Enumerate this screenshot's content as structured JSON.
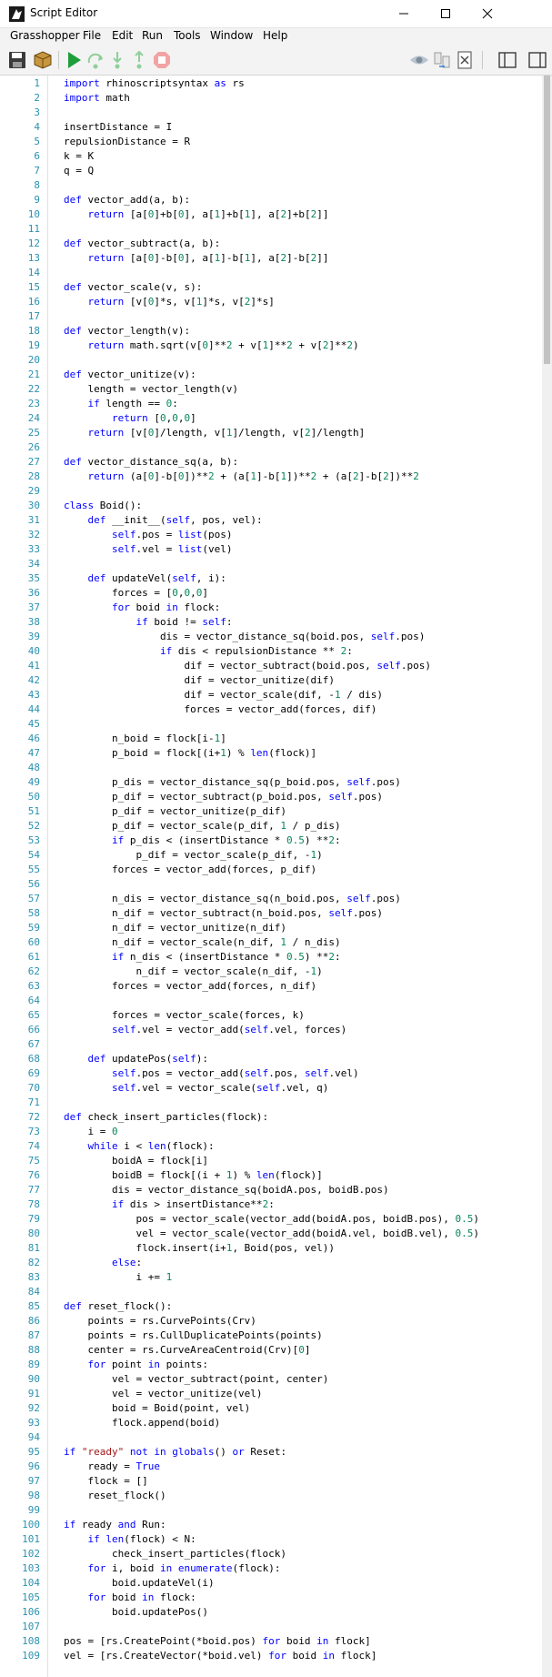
{
  "window": {
    "title": "Script Editor",
    "buttons": [
      "minimize",
      "maximize",
      "close"
    ]
  },
  "menu": [
    "Grasshopper",
    "File",
    "Edit",
    "Run",
    "Tools",
    "Window",
    "Help"
  ],
  "toolbar": {
    "left": [
      "save-icon",
      "package-icon",
      "run-icon",
      "step-over-icon",
      "step-into-icon",
      "step-out-icon",
      "stop-icon"
    ],
    "right": [
      "eye-icon",
      "compare-icon",
      "script-icon",
      "panel-left-icon",
      "panel-right-icon"
    ]
  },
  "colors": {
    "keyword": "#0000ff",
    "string": "#a31515",
    "number": "#098658",
    "line_number": "#2b91af",
    "run_green": "#1e9e3a",
    "stop_red": "#e03a3a"
  },
  "scroll": {
    "position": 0.0,
    "visible_fraction": 0.18
  },
  "code": [
    "import rhinoscriptsyntax as rs",
    "import math",
    "",
    "insertDistance = I",
    "repulsionDistance = R",
    "k = K",
    "q = Q",
    "",
    "def vector_add(a, b):",
    "    return [a[0]+b[0], a[1]+b[1], a[2]+b[2]]",
    "",
    "def vector_subtract(a, b):",
    "    return [a[0]-b[0], a[1]-b[1], a[2]-b[2]]",
    "",
    "def vector_scale(v, s):",
    "    return [v[0]*s, v[1]*s, v[2]*s]",
    "",
    "def vector_length(v):",
    "    return math.sqrt(v[0]**2 + v[1]**2 + v[2]**2)",
    "",
    "def vector_unitize(v):",
    "    length = vector_length(v)",
    "    if length == 0:",
    "        return [0,0,0]",
    "    return [v[0]/length, v[1]/length, v[2]/length]",
    "",
    "def vector_distance_sq(a, b):",
    "    return (a[0]-b[0])**2 + (a[1]-b[1])**2 + (a[2]-b[2])**2",
    "",
    "class Boid():",
    "    def __init__(self, pos, vel):",
    "        self.pos = list(pos)",
    "        self.vel = list(vel)",
    "",
    "    def updateVel(self, i):",
    "        forces = [0,0,0]",
    "        for boid in flock:",
    "            if boid != self:",
    "                dis = vector_distance_sq(boid.pos, self.pos)",
    "                if dis < repulsionDistance ** 2:",
    "                    dif = vector_subtract(boid.pos, self.pos)",
    "                    dif = vector_unitize(dif)",
    "                    dif = vector_scale(dif, -1 / dis)",
    "                    forces = vector_add(forces, dif)",
    "",
    "        n_boid = flock[i-1]",
    "        p_boid = flock[(i+1) % len(flock)]",
    "",
    "        p_dis = vector_distance_sq(p_boid.pos, self.pos)",
    "        p_dif = vector_subtract(p_boid.pos, self.pos)",
    "        p_dif = vector_unitize(p_dif)",
    "        p_dif = vector_scale(p_dif, 1 / p_dis)",
    "        if p_dis < (insertDistance * 0.5) **2:",
    "            p_dif = vector_scale(p_dif, -1)",
    "        forces = vector_add(forces, p_dif)",
    "",
    "        n_dis = vector_distance_sq(n_boid.pos, self.pos)",
    "        n_dif = vector_subtract(n_boid.pos, self.pos)",
    "        n_dif = vector_unitize(n_dif)",
    "        n_dif = vector_scale(n_dif, 1 / n_dis)",
    "        if n_dis < (insertDistance * 0.5) **2:",
    "            n_dif = vector_scale(n_dif, -1)",
    "        forces = vector_add(forces, n_dif)",
    "",
    "        forces = vector_scale(forces, k)",
    "        self.vel = vector_add(self.vel, forces)",
    "",
    "    def updatePos(self):",
    "        self.pos = vector_add(self.pos, self.vel)",
    "        self.vel = vector_scale(self.vel, q)",
    "",
    "def check_insert_particles(flock):",
    "    i = 0",
    "    while i < len(flock):",
    "        boidA = flock[i]",
    "        boidB = flock[(i + 1) % len(flock)]",
    "        dis = vector_distance_sq(boidA.pos, boidB.pos)",
    "        if dis > insertDistance**2:",
    "            pos = vector_scale(vector_add(boidA.pos, boidB.pos), 0.5)",
    "            vel = vector_scale(vector_add(boidA.vel, boidB.vel), 0.5)",
    "            flock.insert(i+1, Boid(pos, vel))",
    "        else:",
    "            i += 1",
    "",
    "def reset_flock():",
    "    points = rs.CurvePoints(Crv)",
    "    points = rs.CullDuplicatePoints(points)",
    "    center = rs.CurveAreaCentroid(Crv)[0]",
    "    for point in points:",
    "        vel = vector_subtract(point, center)",
    "        vel = vector_unitize(vel)",
    "        boid = Boid(point, vel)",
    "        flock.append(boid)",
    "",
    "if \"ready\" not in globals() or Reset:",
    "    ready = True",
    "    flock = []",
    "    reset_flock()",
    "",
    "if ready and Run:",
    "    if len(flock) < N:",
    "        check_insert_particles(flock)",
    "    for i, boid in enumerate(flock):",
    "        boid.updateVel(i)",
    "    for boid in flock:",
    "        boid.updatePos()",
    "",
    "pos = [rs.CreatePoint(*boid.pos) for boid in flock]",
    "vel = [rs.CreateVector(*boid.vel) for boid in flock]"
  ]
}
